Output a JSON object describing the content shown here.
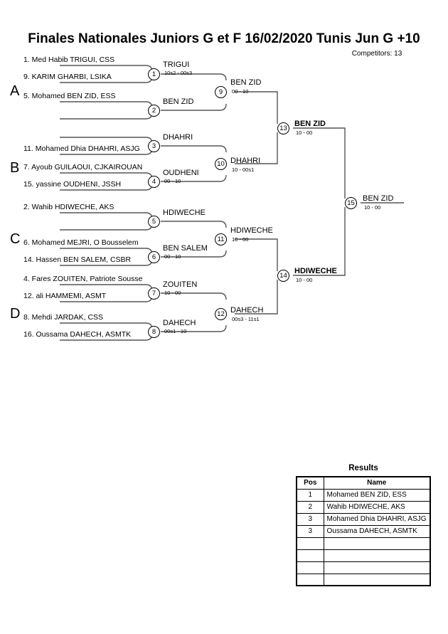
{
  "header": {
    "title_full": "Finales Nationales Juniors G et F  16/02/2020  Tunis   Jun G +10",
    "event": "Finales Nationales Juniors G et F",
    "date": "16/02/2020",
    "location": "Tunis",
    "category": "Jun G +10",
    "competitors": "Competitors: 13"
  },
  "sections": [
    {
      "letter": "A"
    },
    {
      "letter": "B"
    },
    {
      "letter": "C"
    },
    {
      "letter": "D"
    }
  ],
  "entries": [
    {
      "label": "1. Med Habib TRIGUI, CSS"
    },
    {
      "label": "9. KARIM GHARBI, LSIKA"
    },
    {
      "label": "5. Mohamed BEN ZID, ESS"
    },
    {
      "label": ""
    },
    {
      "label": ""
    },
    {
      "label": "11. Mohamed Dhia DHAHRI, ASJG"
    },
    {
      "label": "7. Ayoub GUILAOUI, CJKAIROUAN"
    },
    {
      "label": "15. yassine OUDHENI, JSSH"
    },
    {
      "label": "2. Wahib HDIWECHE, AKS"
    },
    {
      "label": ""
    },
    {
      "label": "6. Mohamed MEJRI, O Bousselem"
    },
    {
      "label": "14. Hassen BEN SALEM, CSBR"
    },
    {
      "label": "4. Fares ZOUITEN, Patriote Sousse"
    },
    {
      "label": "12. ali HAMMEMI, ASMT"
    },
    {
      "label": "8. Mehdi JARDAK, CSS"
    },
    {
      "label": "16. Oussama DAHECH, ASMTK"
    }
  ],
  "matches": [
    {
      "num": "1",
      "winner": "TRIGUI",
      "score": "10s2 - 00s3",
      "bold": false
    },
    {
      "num": "2",
      "winner": "BEN ZID",
      "score": "",
      "bold": false
    },
    {
      "num": "3",
      "winner": "DHAHRI",
      "score": "",
      "bold": false
    },
    {
      "num": "4",
      "winner": "OUDHENI",
      "score": "00 - 10",
      "bold": false
    },
    {
      "num": "5",
      "winner": "HDIWECHE",
      "score": "",
      "bold": false
    },
    {
      "num": "6",
      "winner": "BEN SALEM",
      "score": "00 - 10",
      "bold": false
    },
    {
      "num": "7",
      "winner": "ZOUITEN",
      "score": "10 - 00",
      "bold": false
    },
    {
      "num": "8",
      "winner": "DAHECH",
      "score": "00s1 - 10",
      "bold": false
    },
    {
      "num": "9",
      "winner": "BEN ZID",
      "score": "00 - 10",
      "bold": false
    },
    {
      "num": "10",
      "winner": "DHAHRI",
      "score": "10 - 00s1",
      "bold": false
    },
    {
      "num": "11",
      "winner": "HDIWECHE",
      "score": "10 - 00",
      "bold": false
    },
    {
      "num": "12",
      "winner": "DAHECH",
      "score": "00s3 - 11s1",
      "bold": false
    },
    {
      "num": "13",
      "winner": "BEN ZID",
      "score": "10 - 00",
      "bold": true
    },
    {
      "num": "14",
      "winner": "HDIWECHE",
      "score": "10 - 00",
      "bold": true
    },
    {
      "num": "15",
      "winner": "BEN ZID",
      "score": "10 - 00",
      "bold": false
    }
  ],
  "results": {
    "title": "Results",
    "columns": [
      "Pos",
      "Name"
    ],
    "rows": [
      {
        "pos": "1",
        "name": "Mohamed BEN ZID, ESS"
      },
      {
        "pos": "2",
        "name": "Wahib HDIWECHE, AKS"
      },
      {
        "pos": "3",
        "name": "Mohamed Dhia DHAHRI, ASJG"
      },
      {
        "pos": "3",
        "name": "Oussama DAHECH, ASMTK"
      },
      {
        "pos": "",
        "name": ""
      },
      {
        "pos": "",
        "name": ""
      },
      {
        "pos": "",
        "name": ""
      },
      {
        "pos": "",
        "name": ""
      }
    ]
  },
  "colors": {
    "line": "#555555",
    "line_dark": "#222222",
    "text": "#000000",
    "background": "#ffffff"
  }
}
